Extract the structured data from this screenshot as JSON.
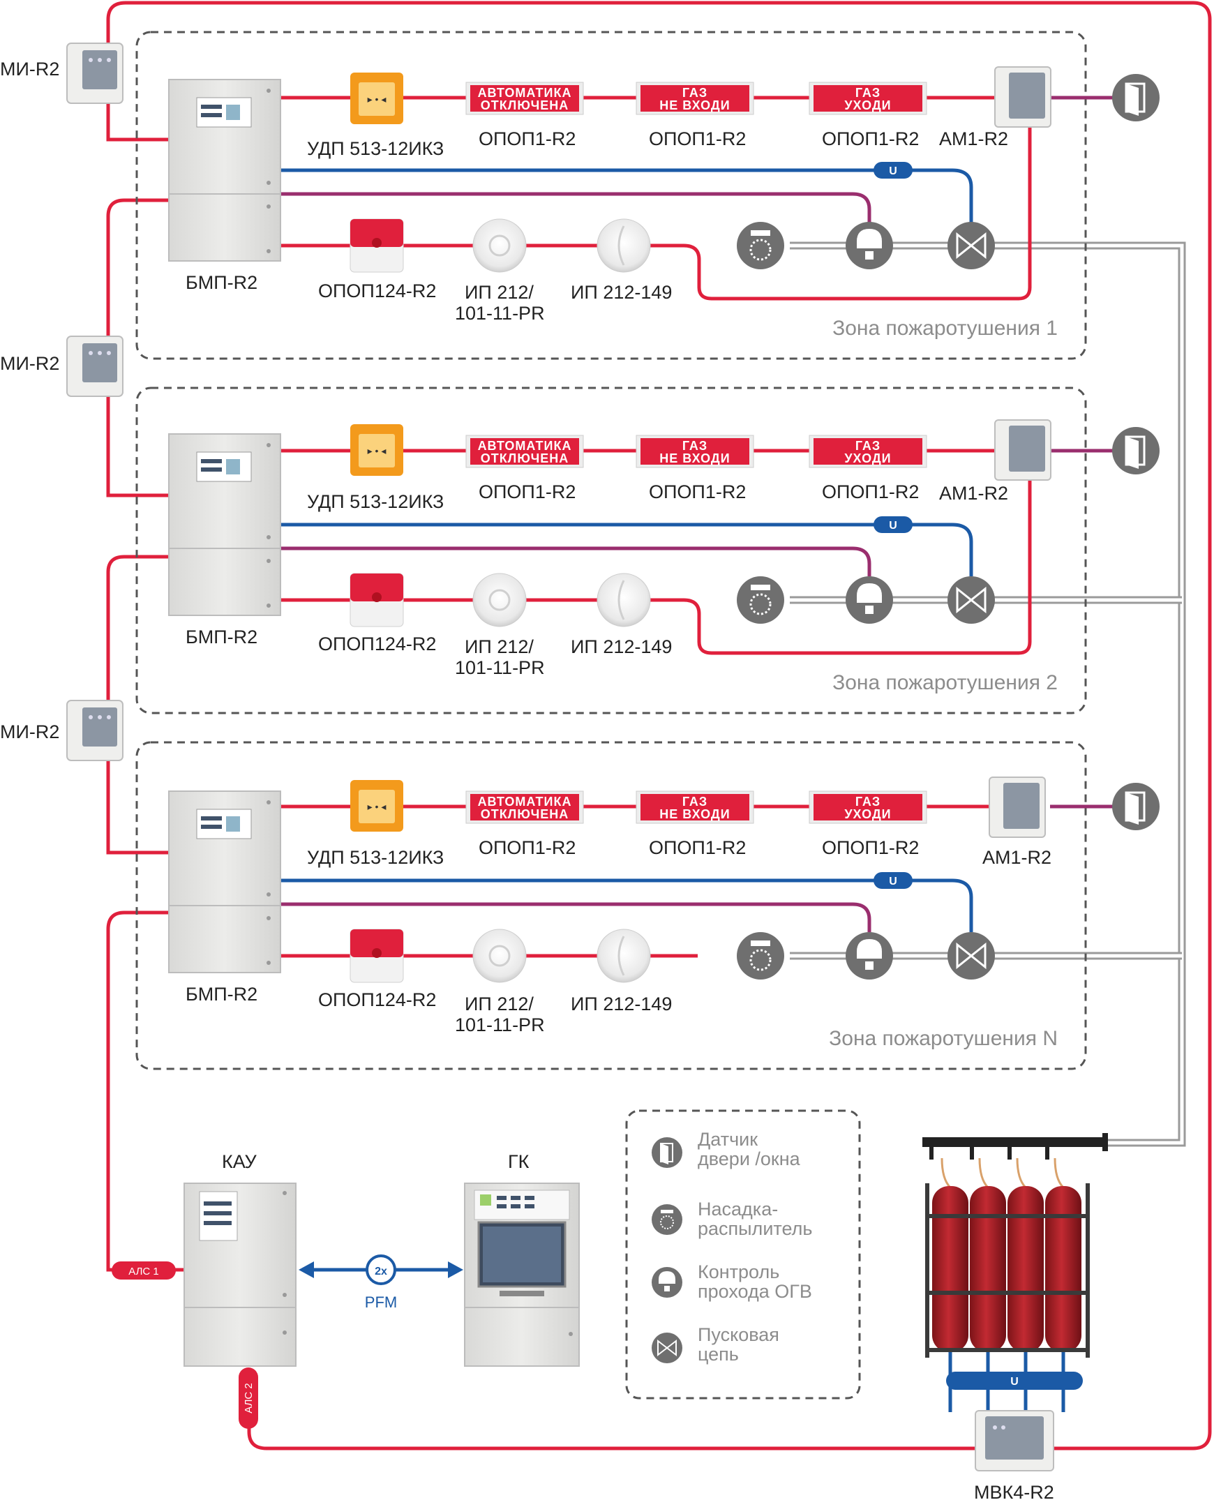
{
  "colors": {
    "line_red": "#e0203c",
    "line_blue": "#1b5aa6",
    "line_purple": "#9a2e6e",
    "pipe_gray": "#a8a8a8",
    "device_gray": "#e8e8e6",
    "icon_dark": "#6f6f6f",
    "orange_button": "#f39a1c",
    "cylinder_red": "#b2242c"
  },
  "mi_label": "МИ-R2",
  "zones": [
    {
      "title": "Зона пожаротушения 1",
      "bmp": "БМП-R2",
      "udp": "УДП 513-12ИКЗ",
      "sign1": "АВТОМАТИКА",
      "sign1b": "ОТКЛЮЧЕНА",
      "sign2": "ГАЗ",
      "sign2b": "НЕ ВХОДИ",
      "sign3": "ГАЗ",
      "sign3b": "УХОДИ",
      "opop": "ОПОП1-R2",
      "am": "АМ1-R2",
      "opop124": "ОПОП124-R2",
      "ip1a": "ИП 212/",
      "ip1b": "101-11-PR",
      "ip2": "ИП 212-149",
      "u": "U"
    },
    {
      "title": "Зона пожаротушения 2",
      "bmp": "БМП-R2",
      "udp": "УДП 513-12ИКЗ",
      "sign1": "АВТОМАТИКА",
      "sign1b": "ОТКЛЮЧЕНА",
      "sign2": "ГАЗ",
      "sign2b": "НЕ ВХОДИ",
      "sign3": "ГАЗ",
      "sign3b": "УХОДИ",
      "opop": "ОПОП1-R2",
      "am": "АМ1-R2",
      "opop124": "ОПОП124-R2",
      "ip1a": "ИП 212/",
      "ip1b": "101-11-PR",
      "ip2": "ИП 212-149",
      "u": "U"
    },
    {
      "title": "Зона пожаротушения N",
      "bmp": "БМП-R2",
      "udp": "УДП 513-12ИКЗ",
      "sign1": "АВТОМАТИКА",
      "sign1b": "ОТКЛЮЧЕНА",
      "sign2": "ГАЗ",
      "sign2b": "НЕ ВХОДИ",
      "sign3": "ГАЗ",
      "sign3b": "УХОДИ",
      "opop": "ОПОП1-R2",
      "am": "АМ1-R2",
      "opop124": "ОПОП124-R2",
      "ip1a": "ИП 212/",
      "ip1b": "101-11-PR",
      "ip2": "ИП 212-149",
      "u": "U"
    }
  ],
  "bottom": {
    "kau": "КАУ",
    "gk": "ГК",
    "pfm": "PFM",
    "als1": "АЛС 1",
    "als2": "АЛС 2",
    "mvk": "МВК4-R2",
    "u": "U"
  },
  "legend": [
    {
      "icon": "door-icon",
      "line1": "Датчик",
      "line2": "двери /окна"
    },
    {
      "icon": "nozzle-icon",
      "line1": "Насадка-",
      "line2": "распылитель"
    },
    {
      "icon": "flow-control-icon",
      "line1": "Контроль",
      "line2": "прохода ОГВ"
    },
    {
      "icon": "valve-icon",
      "line1": "Пусковая",
      "line2": "цепь"
    }
  ]
}
